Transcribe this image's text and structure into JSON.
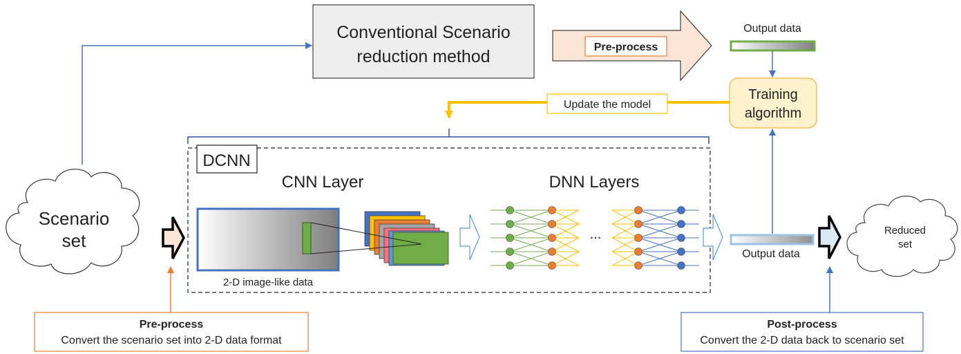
{
  "conventional": {
    "line1": "Conventional Scenario",
    "line2": "reduction method"
  },
  "top_arrow_label": "Pre-process",
  "output_top_label": "Output data",
  "training": {
    "line1": "Training",
    "line2": "algorithm"
  },
  "update_label": "Update the model",
  "dcnn": {
    "title": "DCNN",
    "cnn_label": "CNN Layer",
    "dnn_label": "DNN Layers",
    "image_caption": "2-D image-like data",
    "ellipsis": "..."
  },
  "scenario_cloud": {
    "line1": "Scenario",
    "line2": "set"
  },
  "output_bottom_label": "Output data",
  "reduced_cloud": {
    "line1": "Reduced",
    "line2": "set"
  },
  "preprocess_box": {
    "title": "Pre-process",
    "text": "Convert the scenario set into 2-D data format"
  },
  "postprocess_box": {
    "title": "Post-process",
    "text": "Convert the 2-D data back to scenario set"
  },
  "colors": {
    "blue": "#4472c4",
    "orange": "#ed7d31",
    "gold": "#ffc000",
    "green": "#70ad47",
    "light_orange_fill": "#fbe5d6",
    "light_yellow_fill": "#fff2cc",
    "gray_fill": "#eeeeee"
  },
  "feature_map_colors": [
    "#4472c4",
    "#ffc000",
    "#ed7d31",
    "#a5a5a5",
    "#ff6f7f",
    "#5b9bd5",
    "#70ad47"
  ]
}
